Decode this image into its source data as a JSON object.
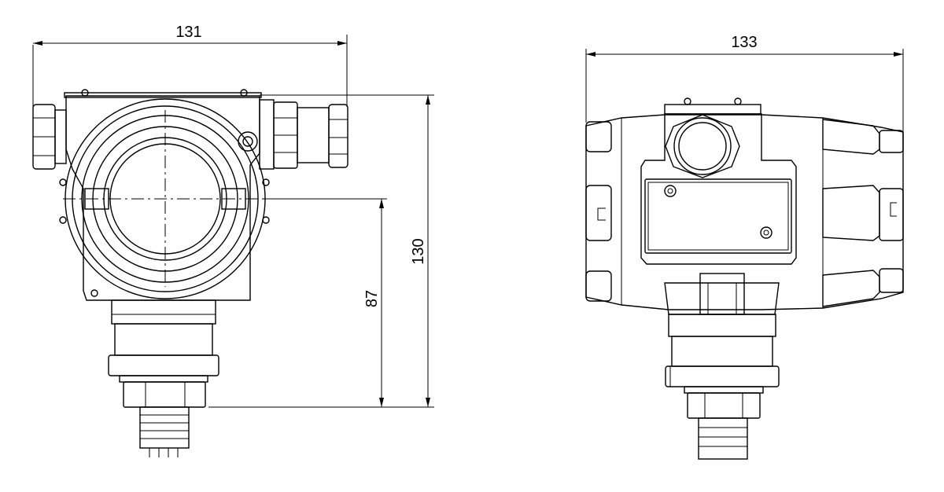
{
  "front_view": {
    "width_dimension": "131",
    "height_dimension": "130",
    "center_height_dimension": "87"
  },
  "side_view": {
    "width_dimension": "133"
  }
}
